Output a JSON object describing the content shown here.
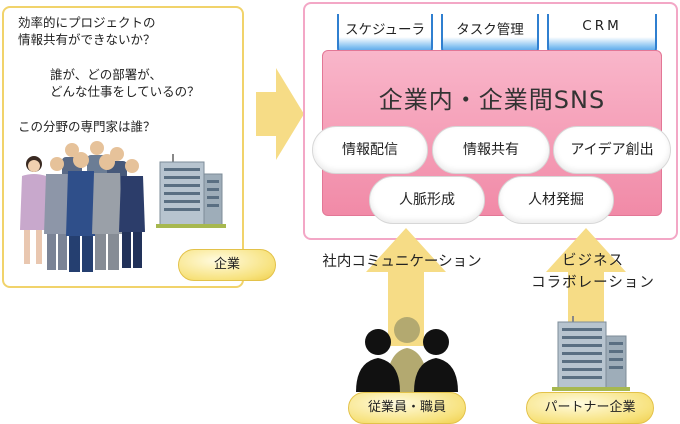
{
  "left": {
    "q1": "効率的にプロジェクトの\n情報共有ができないか？",
    "q2": "誰が、どの部署が、\nどんな仕事をしているの？",
    "q3": "この分野の専門家は誰？",
    "company": "企業"
  },
  "sns": {
    "title": "企業内・企業間SNS",
    "tabs": [
      "スケジューラ",
      "タスク管理",
      "CRM"
    ],
    "features": [
      "情報配信",
      "情報共有",
      "アイデア創出",
      "人脈形成",
      "人材発掘"
    ]
  },
  "bottom": {
    "internal_label": "社内コミュニケーション",
    "business_label": "ビジネス\nコラボレーション",
    "employees": "従業員・職員",
    "partners": "パートナー企業"
  },
  "colors": {
    "yellow": "#f7e27d",
    "pink": "#f18aa7",
    "blue": "#2f7fd0",
    "arrow": "#f6dc86"
  }
}
